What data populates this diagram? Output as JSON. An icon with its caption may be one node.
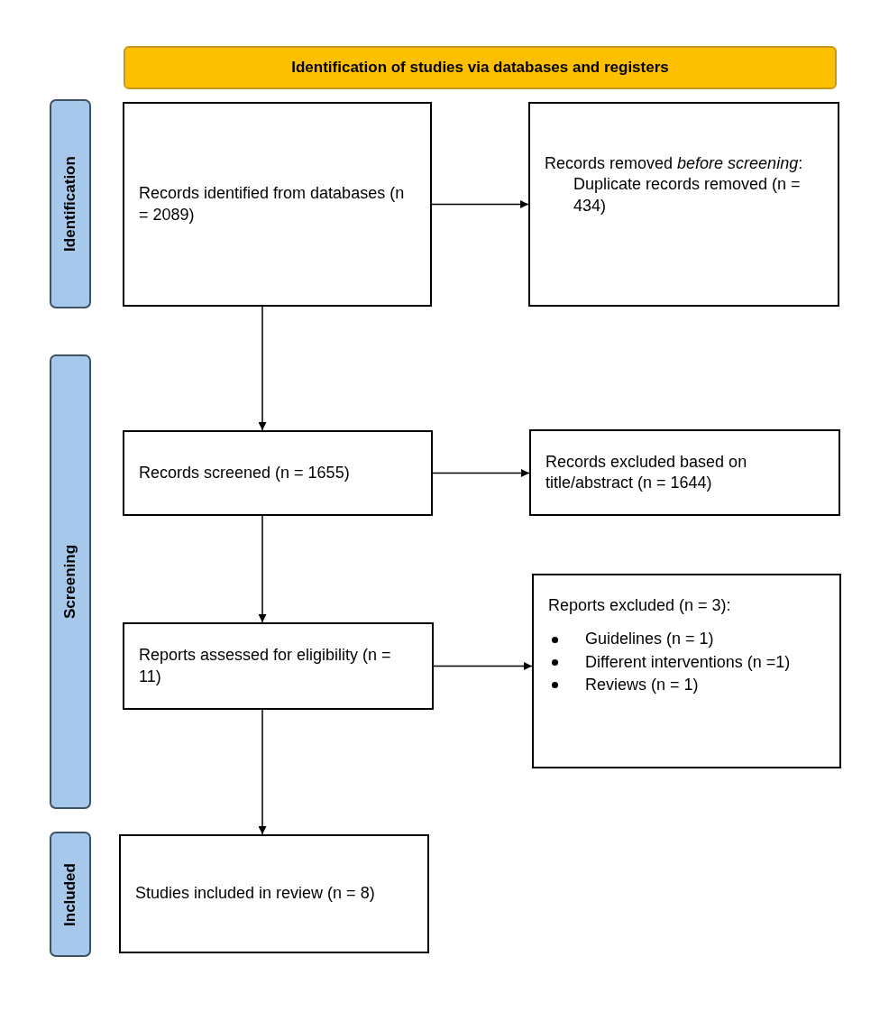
{
  "diagram": {
    "nodes": [
      {
        "text": [
          "Identification of studies via databases and registers"
        ]
      },
      {
        "text": [
          "Identification"
        ]
      },
      {
        "text": [
          "Records identified from databases (n = 2089)"
        ]
      },
      {
        "text": [
          "Records removed *before screening*:",
          "Duplicate records removed (n = 434)"
        ]
      },
      {
        "text": [
          "Screening"
        ]
      },
      {
        "text": [
          "Records screened (n = 1655)"
        ]
      },
      {
        "text": [
          "Records excluded based on title/abstract (n = 1644)"
        ]
      },
      {
        "text": [
          "Reports assessed for eligibility (n = 11)"
        ]
      },
      {
        "text": [
          "Reports excluded (n = 3):",
          "Guidelines (n = 1)",
          "Different interventions (n =1)",
          "Reviews (n = 1)"
        ]
      },
      {
        "text": [
          "Included"
        ]
      },
      {
        "text": [
          "Studies included in review (n = 8)"
        ]
      }
    ],
    "edges": [
      {
        "from": 2,
        "to": 3,
        "arrow": "to"
      },
      {
        "from": 2,
        "to": 5,
        "arrow": "to"
      },
      {
        "from": 5,
        "to": 6,
        "arrow": "to"
      },
      {
        "from": 5,
        "to": 7,
        "arrow": "to"
      },
      {
        "from": 7,
        "to": 8,
        "arrow": "to"
      },
      {
        "from": 7,
        "to": 10,
        "arrow": "to"
      }
    ]
  }
}
